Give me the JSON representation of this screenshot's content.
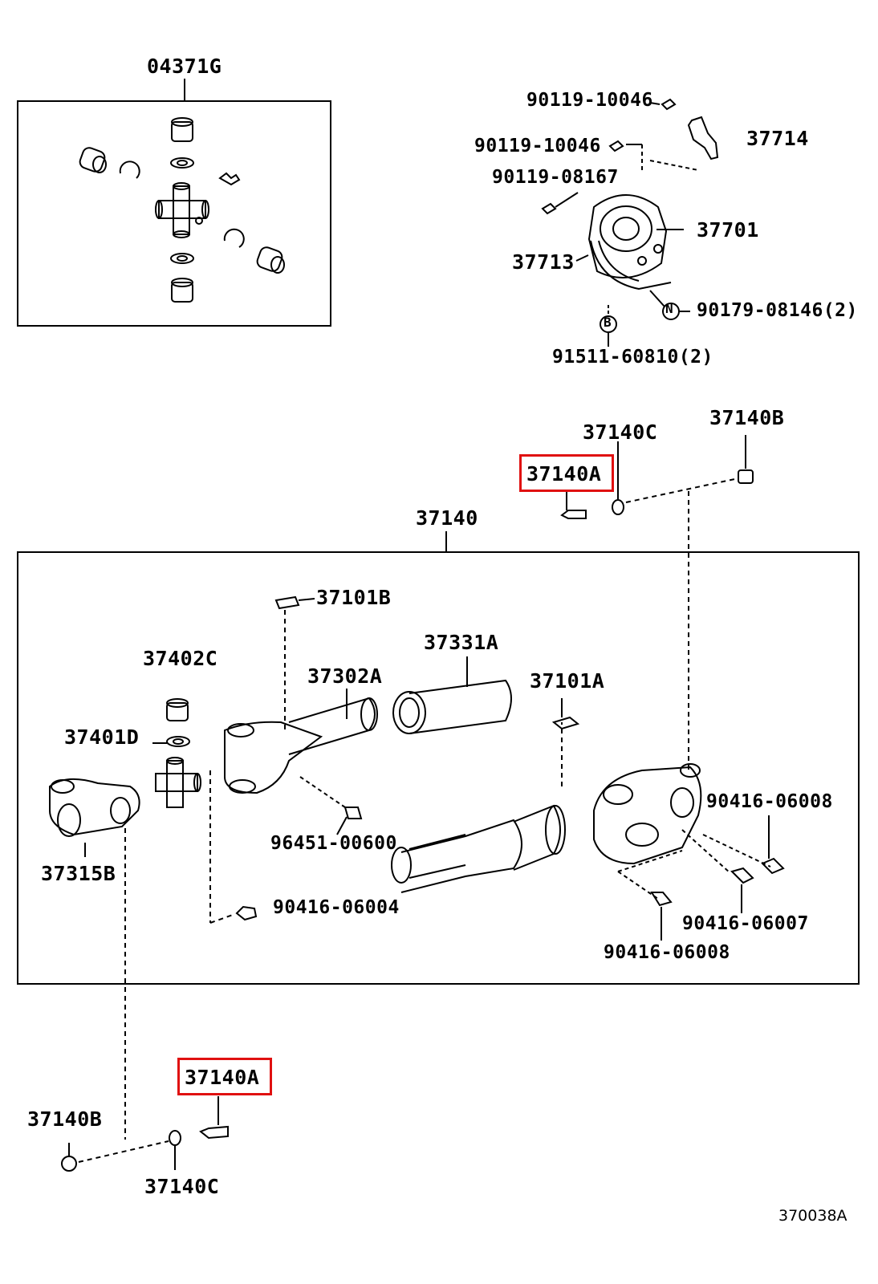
{
  "diagram": {
    "catalog_number": "370038A",
    "highlight_color": "#e01010",
    "labels": {
      "kit_04371G": "04371G",
      "bolt_a": "90119-10046",
      "bolt_b": "90119-10046",
      "bolt_c": "90119-08167",
      "bracket_37714": "37714",
      "bearing_37701": "37701",
      "bracket_37713": "37713",
      "nut_n": "90179-08146(2)",
      "bolt_b2": "91511-60810(2)",
      "marker_n": "N",
      "marker_b": "B",
      "p37140C_top": "37140C",
      "p37140B_top": "37140B",
      "p37140A_top": "37140A",
      "p37140": "37140",
      "p37101B": "37101B",
      "p37331A": "37331A",
      "p37402C": "37402C",
      "p37302A": "37302A",
      "p37101A": "37101A",
      "p37401D": "37401D",
      "p90416_06008_right": "90416-06008",
      "p96451_00600": "96451-00600",
      "p37315B": "37315B",
      "p90416_06004": "90416-06004",
      "p90416_06007": "90416-06007",
      "p90416_06008_bottom": "90416-06008",
      "p37140A_bottom": "37140A",
      "p37140B_bottom": "37140B",
      "p37140C_bottom": "37140C"
    }
  }
}
